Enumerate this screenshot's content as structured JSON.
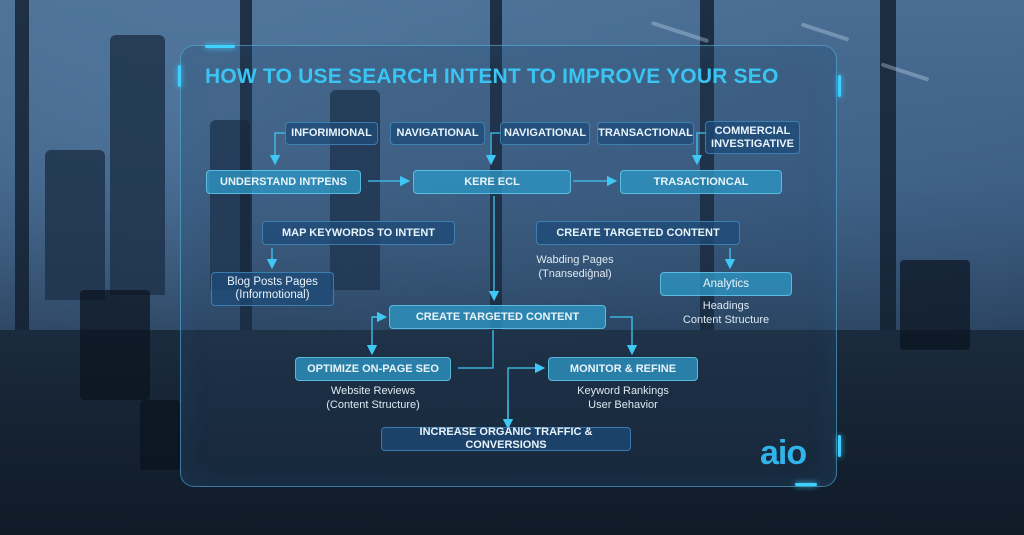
{
  "title": "HOW TO USE SEARCH INTENT TO IMPROVE YOUR SEO",
  "intent_types": [
    {
      "label": "INFORIMIONAL"
    },
    {
      "label": "NAVIGATIONAL"
    },
    {
      "label": "NAVIGATIONAL"
    },
    {
      "label": "TRANSACTIONAL"
    },
    {
      "label": "COMMERCIAL INVESTIGATIVE"
    }
  ],
  "row2": {
    "understand": "UNDERSTAND INTPENS",
    "center": "KERE ECL",
    "transactional": "TRASACTIONCAL"
  },
  "row3": {
    "map_keywords": "MAP KEYWORDS TO INTENT",
    "create_targeted_top": "CREATE TARGETED CONTENT",
    "landing_pages_line1": "Wabding Pages",
    "landing_pages_line2": "(Tnansediĝnal)"
  },
  "row4": {
    "blog_posts_line1": "Blog Posts Pages",
    "blog_posts_line2": "(Informotional)",
    "analytics": "Analytics",
    "analytics_sub_line1": "Headings",
    "analytics_sub_line2": "Content Structure"
  },
  "row5": {
    "create_targeted_center": "CREATE TARGETED CONTENT"
  },
  "row6": {
    "optimize": "OPTIMIZE ON-PAGE SEO",
    "optimize_sub_line1": "Website Reviews",
    "optimize_sub_line2": "(Content Structure)",
    "monitor": "MONITOR & REFINE",
    "monitor_sub_line1": "Keyword Rankings",
    "monitor_sub_line2": "User Behavior"
  },
  "row7": {
    "increase": "INCREASE ORGANIC TRAFFIC & CONVERSIONS"
  },
  "logo": "aio",
  "colors": {
    "accent": "#39c4f2",
    "box_dark": "#1e4b78",
    "box_bright": "#2d96c3",
    "line": "#3fc8f5"
  }
}
